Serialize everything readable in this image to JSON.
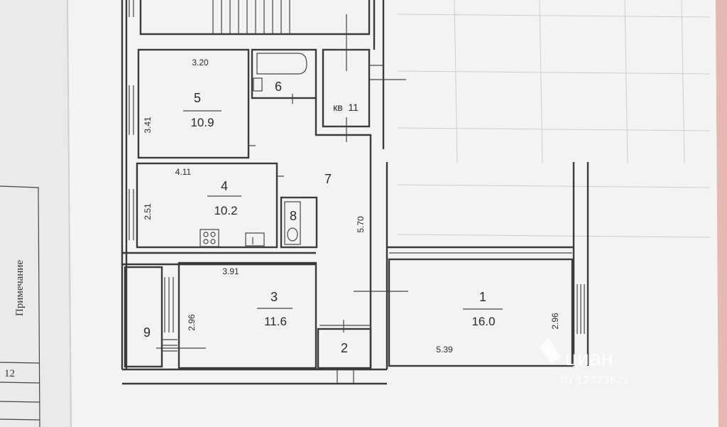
{
  "side_table": {
    "note_header": "Примечание",
    "row_number": "12"
  },
  "rooms": {
    "r1": {
      "number": "1",
      "area": "16.0",
      "width": "5.39",
      "height": "2.96"
    },
    "r2": {
      "number": "2"
    },
    "r3": {
      "number": "3",
      "area": "11.6",
      "width": "3.91",
      "height": "2.96"
    },
    "r4": {
      "number": "4",
      "area": "10.2",
      "width": "4.11",
      "height": "2.51"
    },
    "r5": {
      "number": "5",
      "area": "10.9",
      "width": "3.20",
      "height": "3.41"
    },
    "r6": {
      "number": "6"
    },
    "r7": {
      "number": "7",
      "length": "5.70"
    },
    "r8": {
      "number": "8"
    },
    "r9": {
      "number": "9"
    }
  },
  "apartment_label": "кв  11",
  "watermark": {
    "brand": "циан",
    "id": "ID 12373671"
  },
  "colors": {
    "paper": "#f4f5f3",
    "background": "#d9dcd8",
    "wall": "#3a3a3a",
    "accent_edge": "#e9b9b5"
  }
}
